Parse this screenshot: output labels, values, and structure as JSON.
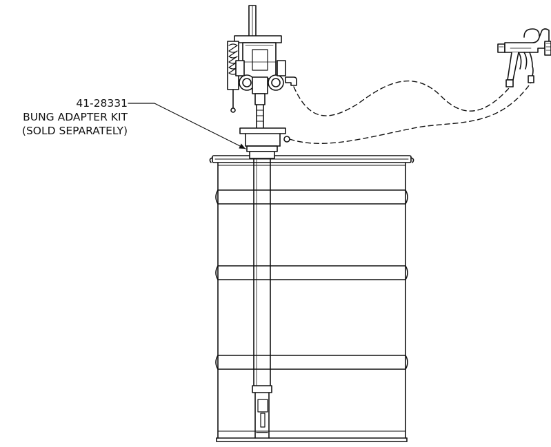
{
  "callout": {
    "part_number": "41-28331",
    "line1": "BUNG ADAPTER KIT",
    "line2": "(SOLD SEPARATELY)"
  },
  "colors": {
    "line": "#111111",
    "background": "#ffffff"
  },
  "icons": [
    "drum-icon",
    "pump-icon",
    "spray-gun-icon",
    "fluid-hose-icon",
    "air-hose-icon",
    "leader-arrow-icon"
  ]
}
